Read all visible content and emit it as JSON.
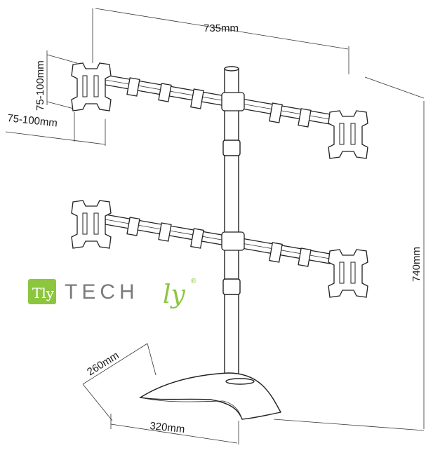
{
  "dimensions": {
    "width": "735mm",
    "vesa_vertical": "75-100mm",
    "vesa_horizontal": "75-100mm",
    "height": "740mm",
    "base_depth": "260mm",
    "base_width": "320mm"
  },
  "brand": {
    "name": "TECHly",
    "name_plain": "TECH",
    "name_script": "ly",
    "registered": "®",
    "badge_text": "Tly",
    "accent_color": "#8cc63f",
    "gray_color": "#7a7a7a"
  }
}
